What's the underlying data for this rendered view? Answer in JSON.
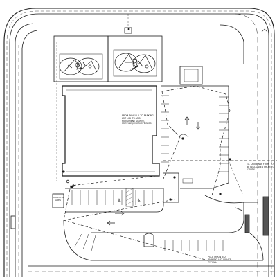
{
  "sheet": {
    "title": "",
    "line_color": "#1a1a1a",
    "background": "#ffffff"
  },
  "notes": {
    "building_note": "FROM PANEL L1 TO PARKING LOT LIGHTS AND MONUMENT SIGN(S), PROVIDE JUNCTION BOXES",
    "existing_pole_note": "EX. DRIVEWAY FROM TO BE RELOCATED FROM TO UTILITY",
    "pole_note": "POLE MOUNTED PARKING LOT LIGHTS, TYPICAL",
    "dumpster_label": "DUMPSTER AREA"
  },
  "icons": {
    "play_area_symbols": [
      "playground-symbol-left",
      "playground-symbol-right"
    ],
    "arrows": [
      "traffic-arrow",
      "accessible-parking-symbol",
      "fire-hydrant-symbol"
    ]
  }
}
